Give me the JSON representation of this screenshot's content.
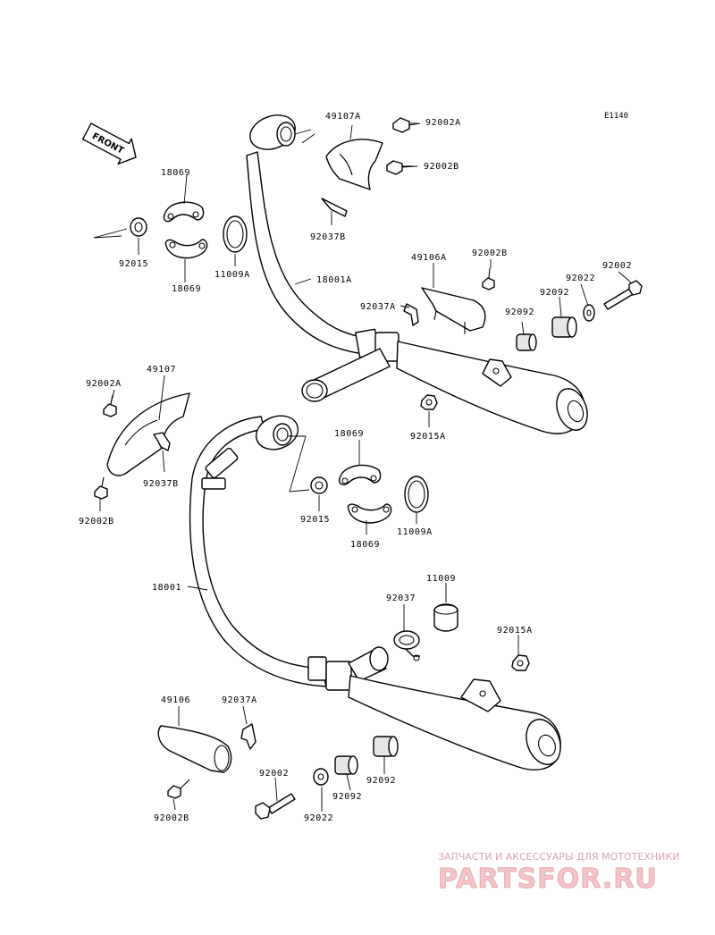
{
  "diagram_code": "E1140",
  "front_label": "FRONT",
  "labels": {
    "p49107A": "49107A",
    "p92002A_top": "92002A",
    "p92002B_top": "92002B",
    "p92037B_top": "92037B",
    "p18069_top": "18069",
    "p18069_mid": "18069",
    "p92015_top": "92015",
    "p11009A_top": "11009A",
    "p18001A": "18001A",
    "p49106A": "49106A",
    "p92002B_r": "92002B",
    "p92037A_top": "92037A",
    "p92022_top": "92022",
    "p92002_top": "92002",
    "p92092_a": "92092",
    "p92092_b": "92092",
    "p92015A_top": "92015A",
    "p49107": "49107",
    "p92002A_left": "92002A",
    "p92037B_left": "92037B",
    "p92002B_left": "92002B",
    "p18069_b1": "18069",
    "p18069_b2": "18069",
    "p92015_b": "92015",
    "p11009A_b": "11009A",
    "p18001": "18001",
    "p11009": "11009",
    "p92037": "92037",
    "p92015A_b": "92015A",
    "p49106": "49106",
    "p92037A_b": "92037A",
    "p92002_b": "92002",
    "p92022_b": "92022",
    "p92092_c": "92092",
    "p92092_d": "92092",
    "p92002B_b": "92002B"
  },
  "watermark": {
    "line1": "ЗАПЧАСТИ И АКСЕССУАРЫ ДЛЯ МОТОТЕХНИКИ",
    "line2": "PARTSFOR.RU"
  }
}
